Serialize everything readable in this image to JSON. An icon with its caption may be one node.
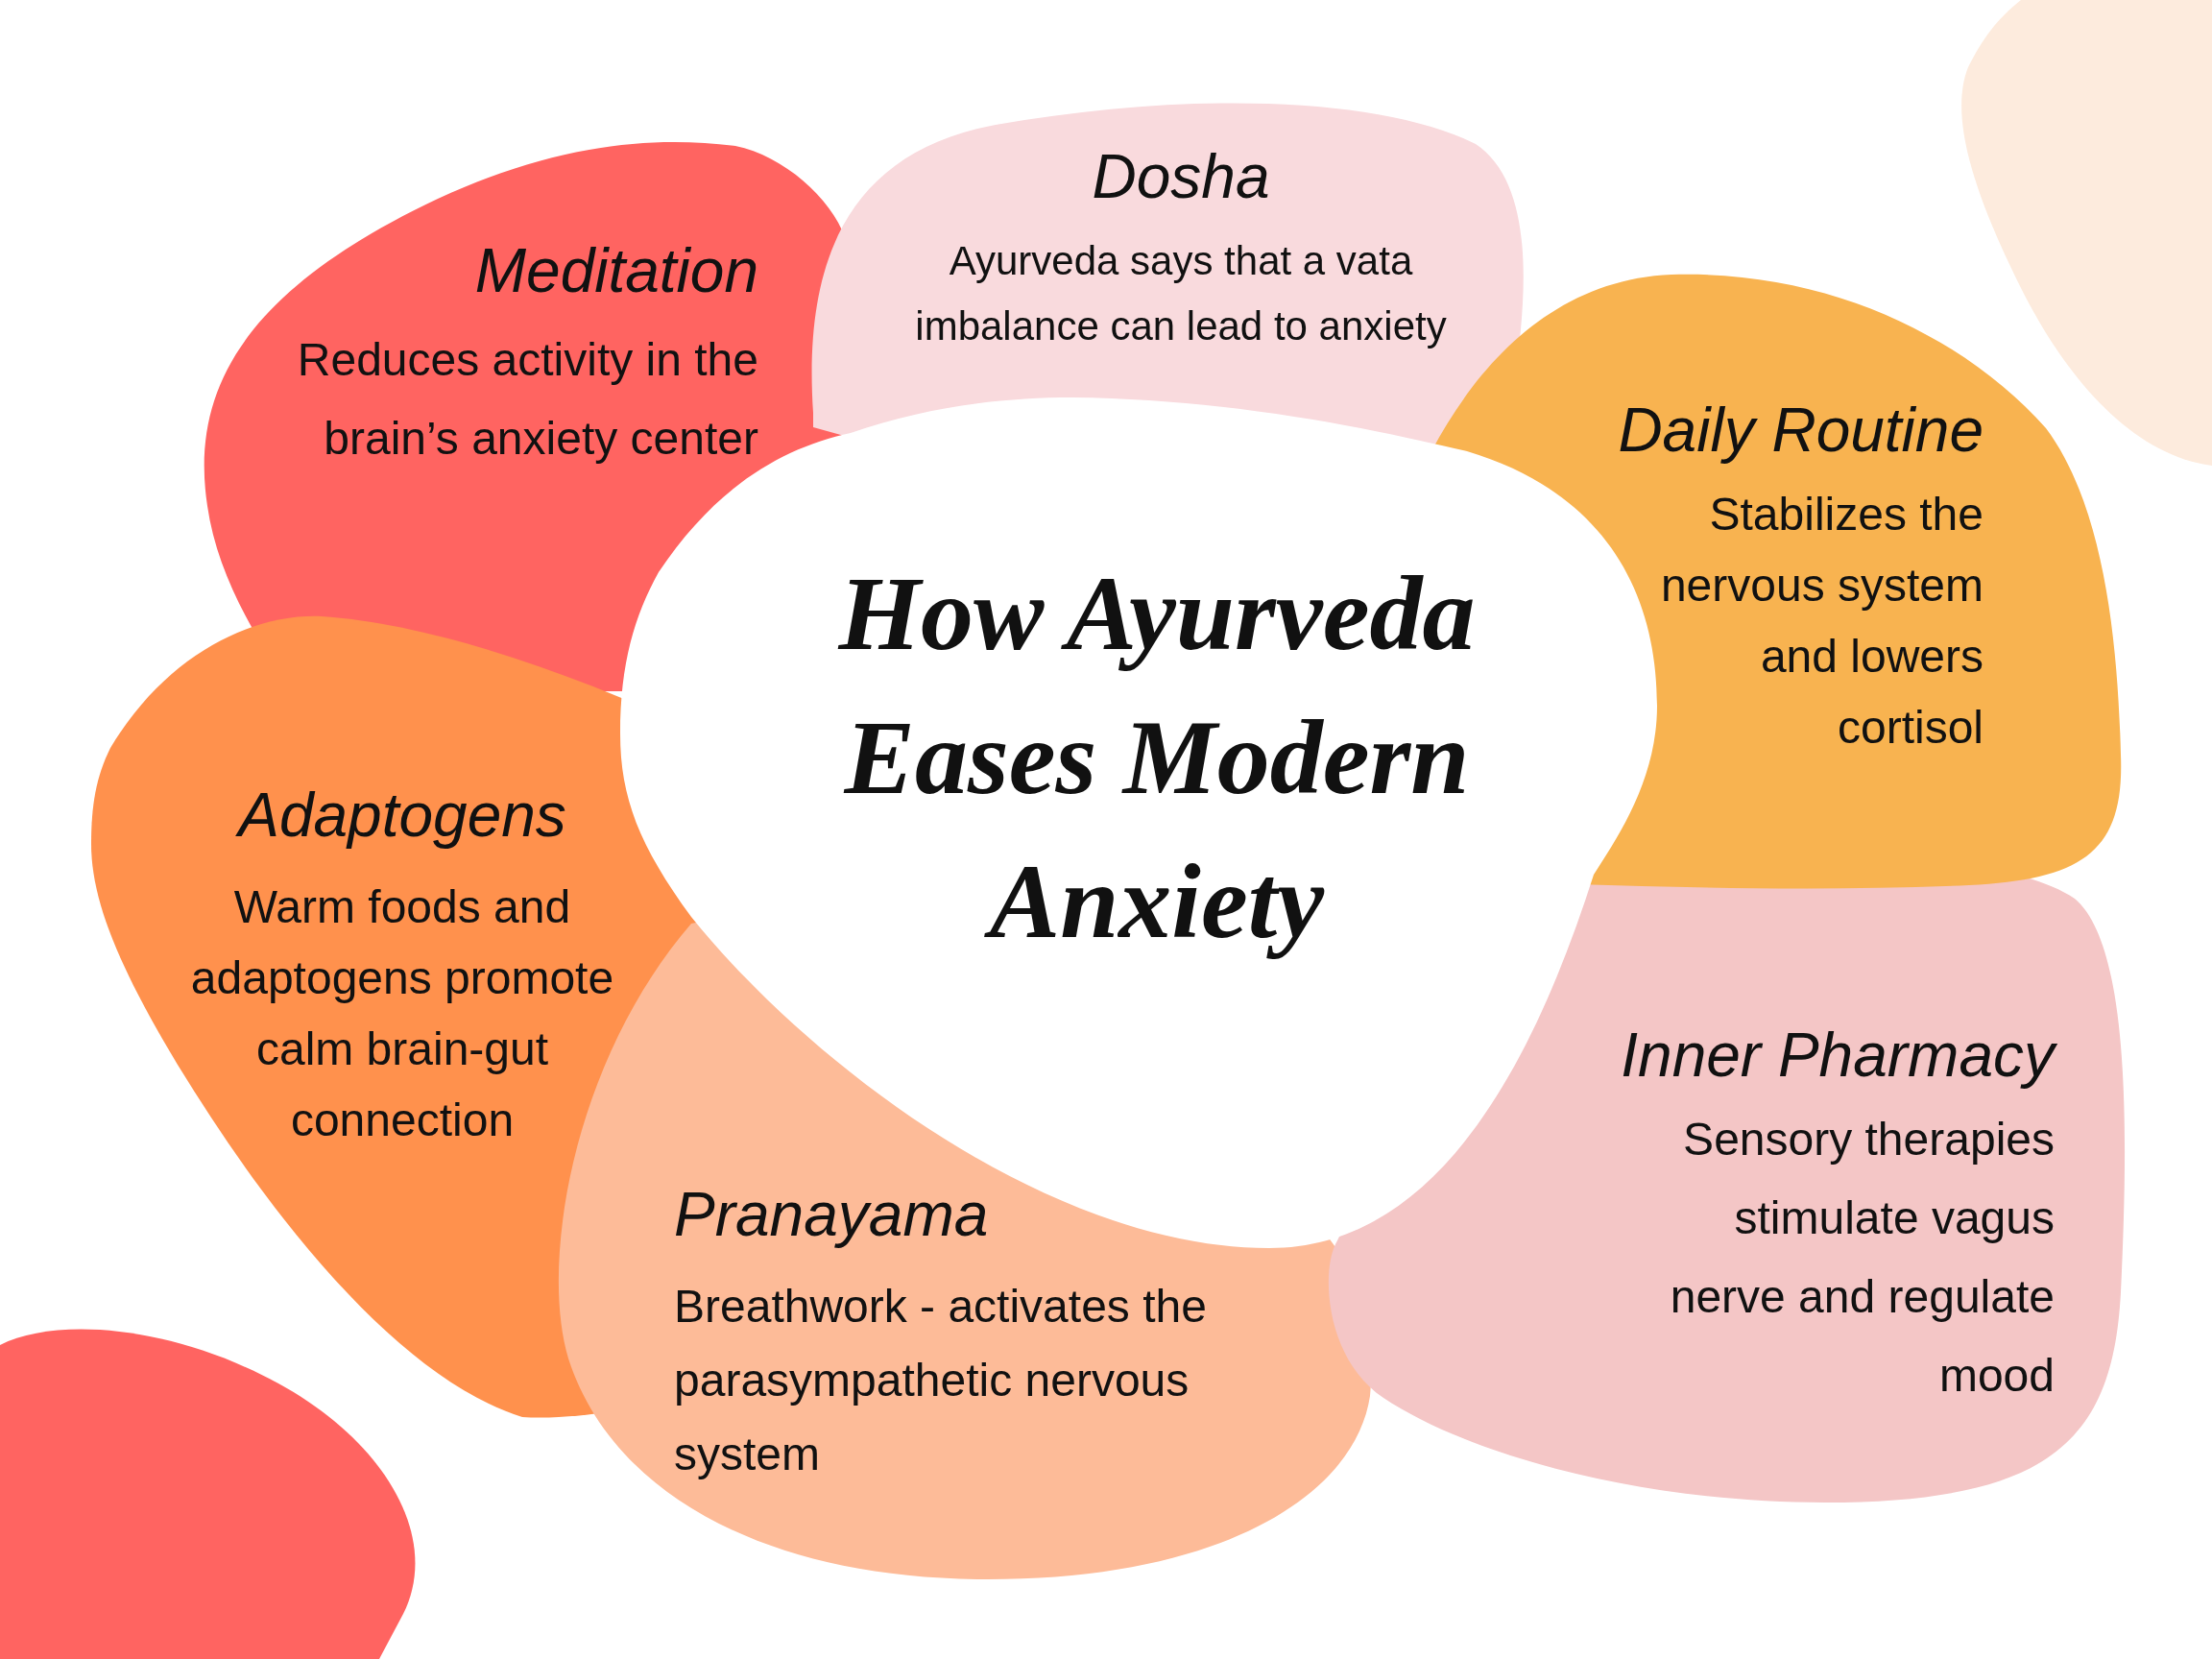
{
  "diagram": {
    "nodes": [
      {
        "text": [
          "How Ayurveda Eases Modern Anxiety"
        ]
      },
      {
        "text": [
          "Meditation",
          "Reduces activity in the brain’s anxiety center"
        ]
      },
      {
        "text": [
          "Dosha",
          "Ayurveda says that a vata imbalance can lead to anxiety"
        ]
      },
      {
        "text": [
          "Daily Routine",
          "Stabilizes the nervous system and lowers cortisol"
        ]
      },
      {
        "text": [
          "Inner Pharmacy",
          "Sensory therapies stimulate vagus nerve and regulate mood"
        ]
      },
      {
        "text": [
          "Pranayama",
          "Breathwork - activates the parasympathetic nervous system"
        ]
      },
      {
        "text": [
          "Adaptogens",
          "Warm foods and adaptogens promote calm brain-gut connection"
        ]
      },
      {
        "text": [],
        "shape": "blob"
      },
      {
        "text": [],
        "shape": "blob"
      }
    ]
  }
}
